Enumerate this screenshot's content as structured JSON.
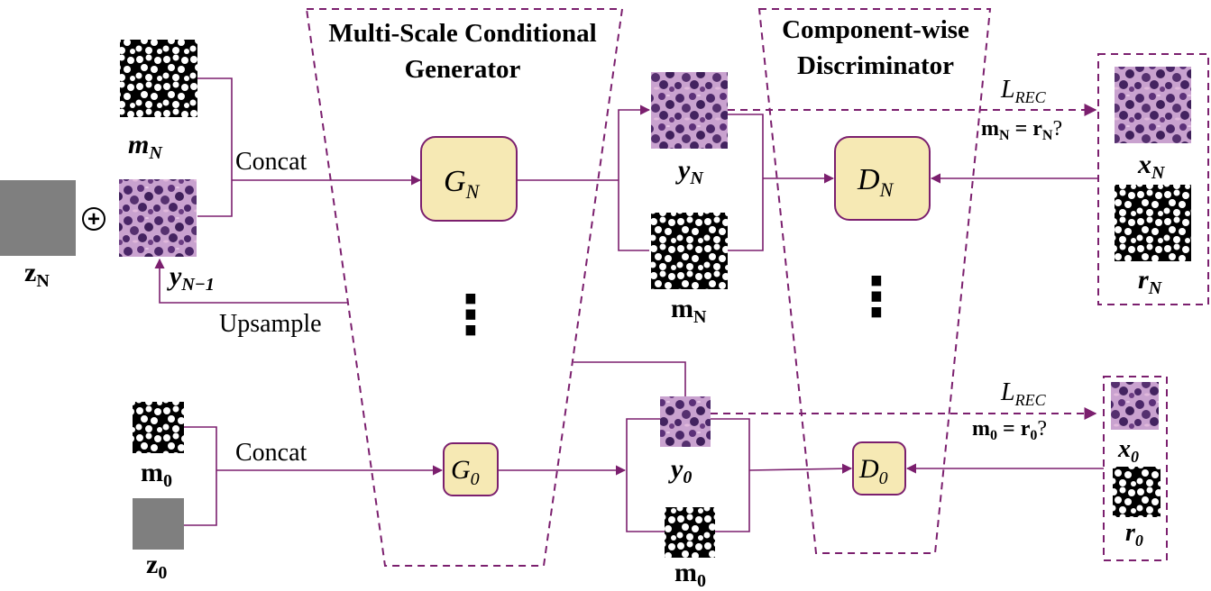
{
  "generator": {
    "title_line1": "Multi-Scale Conditional",
    "title_line2": "Generator",
    "top_block": {
      "symbol": "G",
      "sub": "N"
    },
    "bottom_block": {
      "symbol": "G",
      "sub": "0"
    }
  },
  "discriminator": {
    "title_line1": "Component-wise",
    "title_line2": "Discriminator",
    "top_block": {
      "symbol": "D",
      "sub": "N"
    },
    "bottom_block": {
      "symbol": "D",
      "sub": "0"
    }
  },
  "left_top": {
    "mask_label": {
      "base": "m",
      "sub": "N"
    },
    "concat_label": "Concat",
    "noise_label": {
      "base": "z",
      "sub": "N"
    },
    "plus_symbol": "+",
    "prev_label": {
      "base": "y",
      "sub": "N−1"
    },
    "upsample_label": "Upsample"
  },
  "left_bottom": {
    "mask_label": {
      "base": "m",
      "sub": "0"
    },
    "concat_label": "Concat",
    "noise_label": {
      "base": "z",
      "sub": "0"
    }
  },
  "outputs_top": {
    "image_label": {
      "base": "y",
      "sub": "N"
    },
    "mask_label": {
      "base": "m",
      "sub": "N"
    }
  },
  "outputs_bottom": {
    "image_label": {
      "base": "y",
      "sub": "0"
    },
    "mask_label": {
      "base": "m",
      "sub": "0"
    }
  },
  "real_top": {
    "loss": {
      "base": "L",
      "sub": "REC"
    },
    "check": {
      "a": "m",
      "a_sub": "N",
      "eq": " = ",
      "b": "r",
      "b_sub": "N",
      "q": "?"
    },
    "image_label": {
      "base": "x",
      "sub": "N"
    },
    "mask_label": {
      "base": "r",
      "sub": "N"
    }
  },
  "real_bottom": {
    "loss": {
      "base": "L",
      "sub": "REC"
    },
    "check": {
      "a": "m",
      "a_sub": "0",
      "eq": " = ",
      "b": "r",
      "b_sub": "0",
      "q": "?"
    },
    "image_label": {
      "base": "x",
      "sub": "0"
    },
    "mask_label": {
      "base": "r",
      "sub": "0"
    }
  },
  "ellipsis": "⋮",
  "colors": {
    "wire": "#7b1f6e",
    "block_fill": "#f6e9b4",
    "noise_gray": "#7f7f7f",
    "tissue_base": "#c9a2cf",
    "nucleus": "#4a2668",
    "mask_bg": "#000000",
    "mask_cell": "#ffffff"
  },
  "icons": [
    "tissue-image",
    "binary-mask",
    "noise-patch",
    "plus-circle"
  ]
}
